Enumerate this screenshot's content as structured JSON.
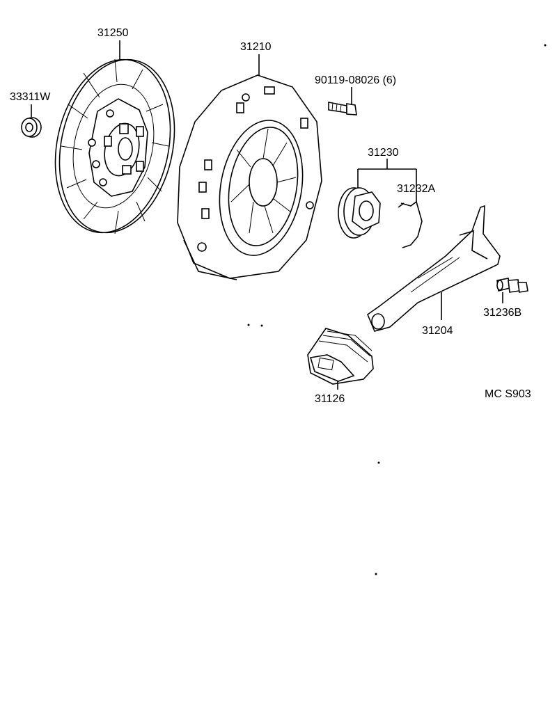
{
  "diagram": {
    "code": "MC S903",
    "parts": [
      {
        "id": "clutch-disc",
        "label": "31250"
      },
      {
        "id": "pilot-bearing",
        "label": "33311W"
      },
      {
        "id": "pressure-plate",
        "label": "31210"
      },
      {
        "id": "bolt",
        "label": "90119-08026 (6)"
      },
      {
        "id": "release-bearing-assy",
        "label": "31230"
      },
      {
        "id": "release-clip",
        "label": "31232A"
      },
      {
        "id": "release-fork",
        "label": "31204"
      },
      {
        "id": "fork-boot",
        "label": "31126"
      },
      {
        "id": "pivot-stud",
        "label": "31236B"
      }
    ]
  }
}
